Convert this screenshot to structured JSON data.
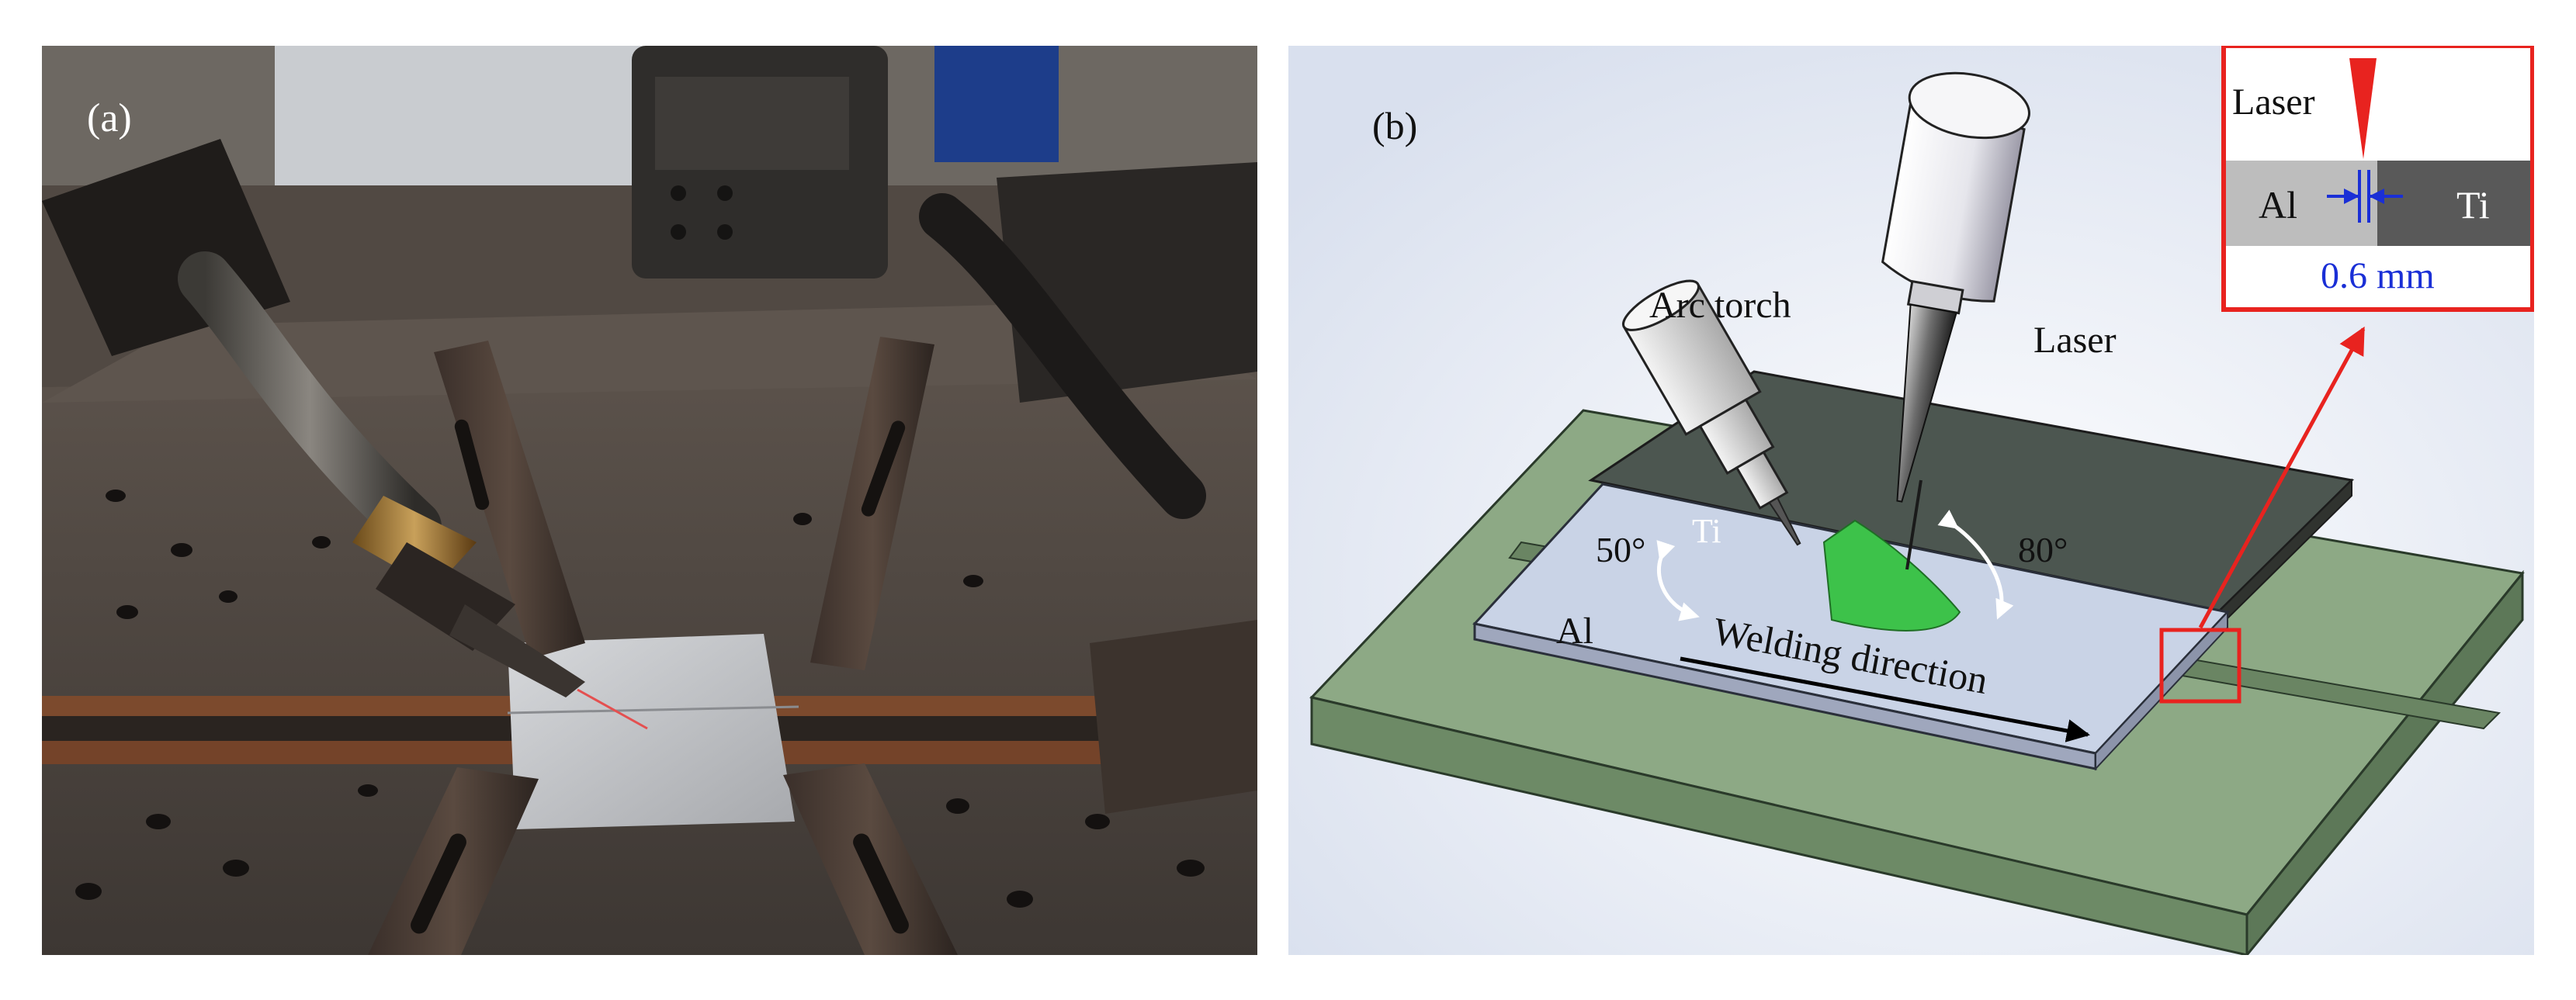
{
  "panel_a": {
    "label": "(a)"
  },
  "panel_b": {
    "label": "(b)",
    "labels": {
      "arc_torch": "Arc torch",
      "laser": "Laser",
      "ti": "Ti",
      "al": "Al",
      "angle_arc": "50°",
      "angle_laser": "80°",
      "welding_direction": "Welding direction"
    },
    "inset": {
      "laser": "Laser",
      "al": "Al",
      "ti": "Ti",
      "gap": "0.6 mm"
    }
  },
  "colors": {
    "base_plate": "#8da985",
    "ti_plate": "#4c5650",
    "al_plate": "#c9d3e6",
    "weld_pool": "#3dc24a",
    "highlight": "#e8231f",
    "dimension": "#1a2fd6"
  }
}
